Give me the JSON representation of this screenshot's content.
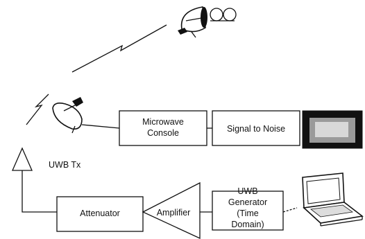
{
  "blocks": {
    "microwave_console": [
      "Microwave",
      "Console"
    ],
    "signal_to_noise": "Signal to Noise",
    "attenuator": "Attenuator",
    "amplifier": "Amplifier",
    "uwb_generator": [
      "UWB",
      "Generator",
      "(Time",
      "Domain)"
    ]
  },
  "labels": {
    "uwb_tx": "UWB Tx"
  },
  "icons": [
    "satellite-dish-icon",
    "tape-reels-icon",
    "lightning-link-icon",
    "antenna-icon",
    "monitor-icon",
    "laptop-icon"
  ]
}
